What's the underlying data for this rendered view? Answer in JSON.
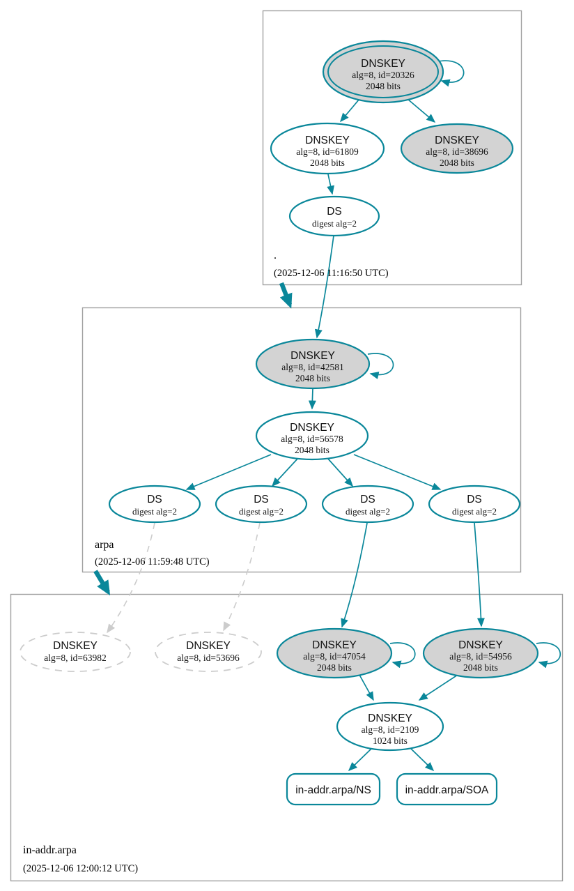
{
  "colors": {
    "secure_teal": "#0a879a",
    "key_fill_gray": "#d3d3d3",
    "insecure_gray": "#cccccc",
    "box_border_gray": "#a0a0a0",
    "background": "#ffffff"
  },
  "zones": [
    {
      "name": ".",
      "timestamp": "(2025-12-06 11:16:50 UTC)",
      "nodes": [
        {
          "lines": [
            "DNSKEY",
            "alg=8, id=20326",
            "2048 bits"
          ]
        },
        {
          "lines": [
            "DNSKEY",
            "alg=8, id=61809",
            "2048 bits"
          ]
        },
        {
          "lines": [
            "DNSKEY",
            "alg=8, id=38696",
            "2048 bits"
          ]
        },
        {
          "lines": [
            "DS",
            "digest alg=2"
          ]
        }
      ]
    },
    {
      "name": "arpa",
      "timestamp": "(2025-12-06 11:59:48 UTC)",
      "nodes": [
        {
          "lines": [
            "DNSKEY",
            "alg=8, id=42581",
            "2048 bits"
          ]
        },
        {
          "lines": [
            "DNSKEY",
            "alg=8, id=56578",
            "2048 bits"
          ]
        },
        {
          "lines": [
            "DS",
            "digest alg=2"
          ]
        },
        {
          "lines": [
            "DS",
            "digest alg=2"
          ]
        },
        {
          "lines": [
            "DS",
            "digest alg=2"
          ]
        },
        {
          "lines": [
            "DS",
            "digest alg=2"
          ]
        }
      ]
    },
    {
      "name": "in-addr.arpa",
      "timestamp": "(2025-12-06 12:00:12 UTC)",
      "nodes": [
        {
          "lines": [
            "DNSKEY",
            "alg=8, id=63982"
          ]
        },
        {
          "lines": [
            "DNSKEY",
            "alg=8, id=53696"
          ]
        },
        {
          "lines": [
            "DNSKEY",
            "alg=8, id=47054",
            "2048 bits"
          ]
        },
        {
          "lines": [
            "DNSKEY",
            "alg=8, id=54956",
            "2048 bits"
          ]
        },
        {
          "lines": [
            "DNSKEY",
            "alg=8, id=2109",
            "1024 bits"
          ]
        },
        {
          "lines": [
            "in-addr.arpa/NS"
          ]
        },
        {
          "lines": [
            "in-addr.arpa/SOA"
          ]
        }
      ]
    }
  ]
}
